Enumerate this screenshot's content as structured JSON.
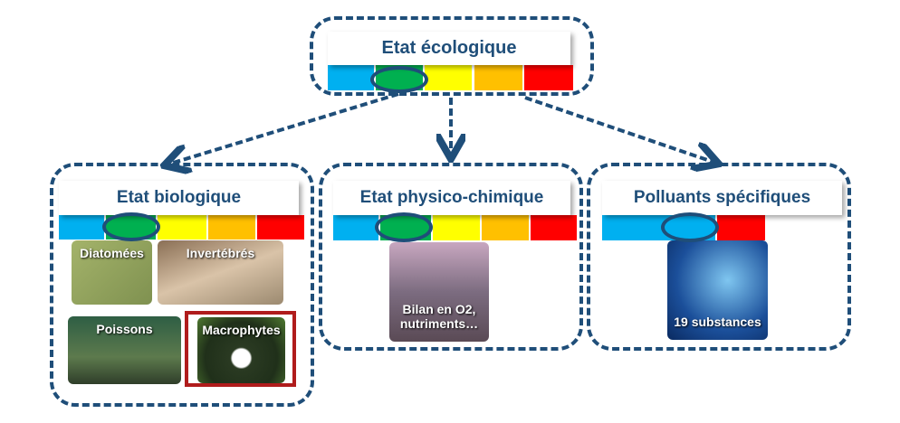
{
  "ecological": {
    "title": "Etat écologique"
  },
  "biological": {
    "title": "Etat biologique",
    "tiles": [
      "Diatomées",
      "Invertébrés",
      "Poissons",
      "Macrophytes"
    ]
  },
  "physico": {
    "title": "Etat physico-chimique",
    "tile": "Bilan en O2, nutriments…"
  },
  "pollutants": {
    "title": "Polluants spécifiques",
    "tile": "19 substances"
  },
  "colors": {
    "blue": "#00b0f0",
    "green": "#00b050",
    "yellow": "#ffff00",
    "orange": "#ffc000",
    "red": "#ff0000",
    "border": "#1f4e79"
  }
}
